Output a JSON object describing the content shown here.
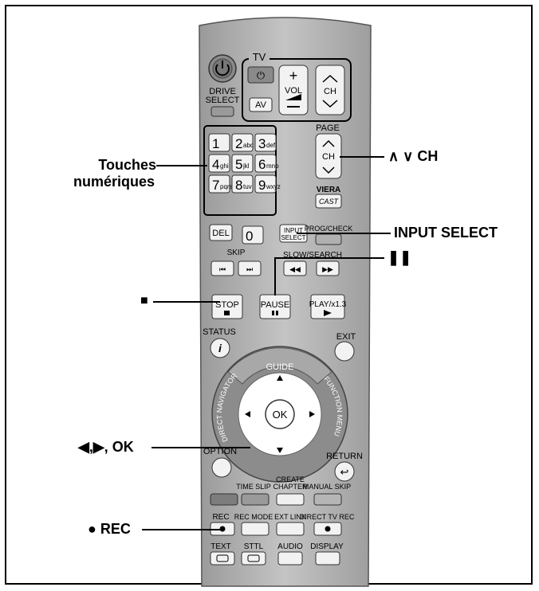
{
  "callouts": {
    "numeric": [
      "Touches",
      "numériques"
    ],
    "ch": "∧ ∨ CH",
    "input_select": "INPUT SELECT",
    "pause": "❚❚",
    "stop": "■",
    "nav_ok": "◀,▶, OK",
    "rec": "● REC"
  },
  "remote": {
    "tv_label": "TV",
    "drive_select": [
      "DRIVE",
      "SELECT"
    ],
    "av": "AV",
    "vol": "VOL",
    "ch": "CH",
    "page": "PAGE",
    "digits": [
      "1",
      "2",
      "3",
      "4",
      "5",
      "6",
      "7",
      "8",
      "9",
      "0"
    ],
    "digit_sub": [
      "",
      "abc",
      "def",
      "ghi",
      "jkl",
      "mno",
      "pqrs",
      "tuv",
      "wxyz"
    ],
    "viera": "VIERA",
    "cast": "CAST",
    "del": "DEL",
    "input_select": [
      "INPUT",
      "SELECT"
    ],
    "prog_check": "PROG/CHECK",
    "skip": "SKIP",
    "slow_search": "SLOW/SEARCH",
    "stop": "STOP",
    "pause": "PAUSE",
    "play": "PLAY/x1.3",
    "status": "STATUS",
    "exit": "EXIT",
    "guide": "GUIDE",
    "direct_navigator": "DIRECT NAVIGATOR",
    "function_menu": "FUNCTION MENU",
    "ok": "OK",
    "option": "OPTION",
    "return": "RETURN",
    "time_slip": "TIME SLIP",
    "create_chapter": [
      "CREATE",
      "CHAPTER"
    ],
    "manual_skip": "MANUAL SKIP",
    "rec": "REC",
    "rec_mode": "REC MODE",
    "ext_link": "EXT LINK",
    "direct_tv_rec": "DIRECT TV REC",
    "text": "TEXT",
    "sttl": "STTL",
    "audio": "AUDIO",
    "display": "DISPLAY"
  }
}
